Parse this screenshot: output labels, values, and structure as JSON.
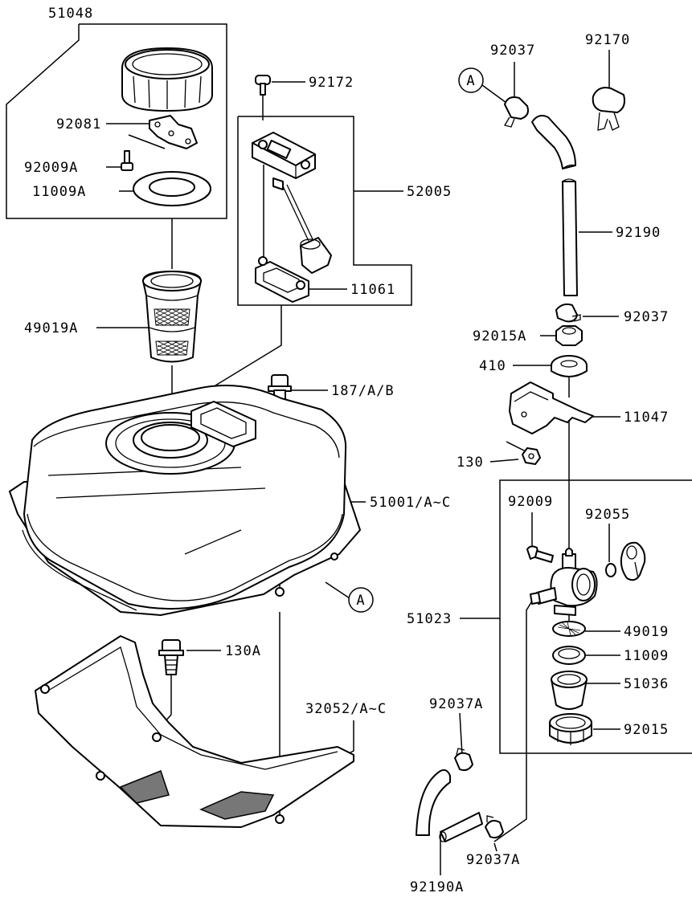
{
  "labels": {
    "p51048": "51048",
    "p92081": "92081",
    "p92009A": "92009A",
    "p11009A": "11009A",
    "p49019A": "49019A",
    "p92172": "92172",
    "p52005": "52005",
    "p11061": "11061",
    "p187": "187/A/B",
    "p51001": "51001/A~C",
    "p130A": "130A",
    "p32052": "32052/A~C",
    "p92037_top": "92037",
    "p92170": "92170",
    "p92190": "92190",
    "p92037_mid": "92037",
    "p92015A": "92015A",
    "p410": "410",
    "p11047": "11047",
    "p130": "130",
    "p92009": "92009",
    "p92055": "92055",
    "p51023": "51023",
    "p49019": "49019",
    "p11009": "11009",
    "p51036": "51036",
    "p92015": "92015",
    "p92037A_a": "92037A",
    "p92037A_b": "92037A",
    "p92190A": "92190A",
    "refA_top": "A",
    "refA_bottom": "A"
  }
}
